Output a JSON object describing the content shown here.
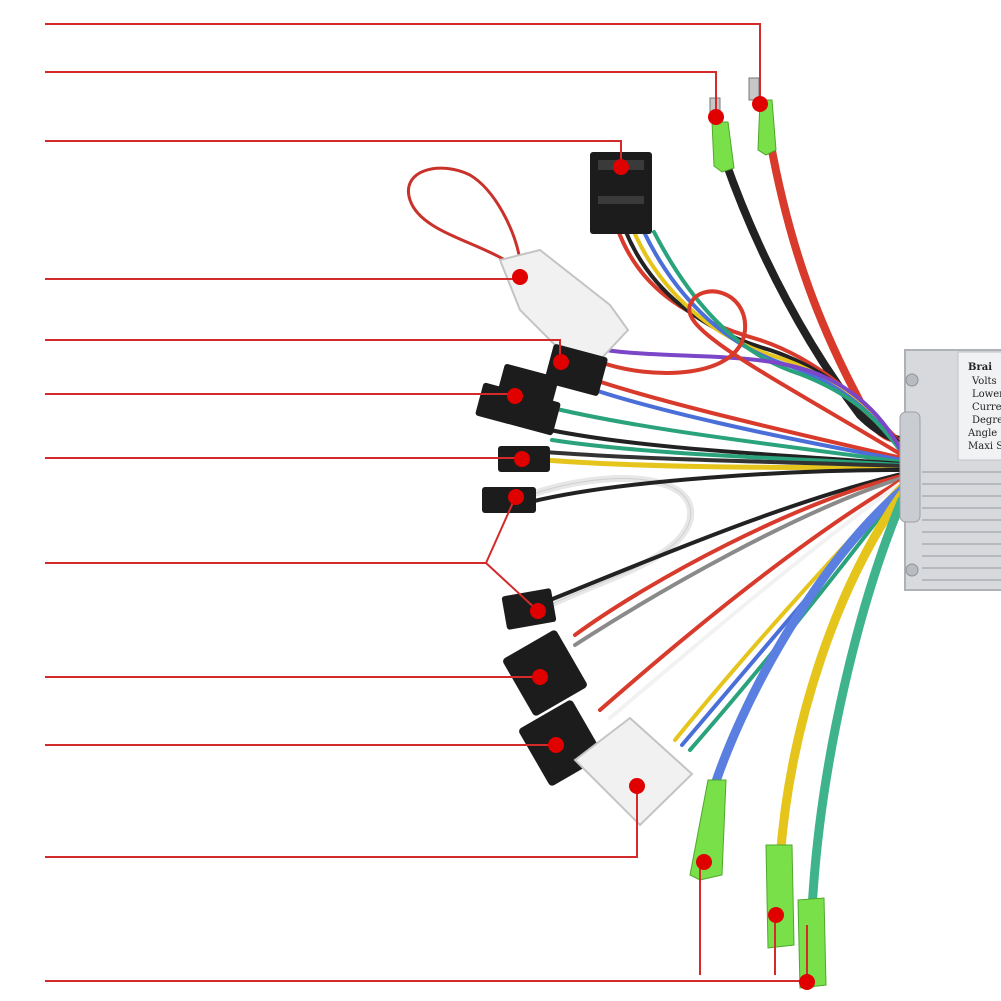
{
  "colors": {
    "leader": "#d42a2a",
    "dot": "#e10000",
    "housing": "#d7d9dc",
    "housing_dark": "#aeb2b7",
    "connector_black": "#1c1c1c",
    "connector_white": "#f1f1f1",
    "terminal_green": "#79e04a",
    "wire_red": "#d83a2b",
    "wire_black": "#222222",
    "wire_yellow": "#e5c51c",
    "wire_blue": "#4a6fd8",
    "wire_green": "#2aa37c",
    "wire_purple": "#7b46c7",
    "wire_white": "#f4f4f4",
    "wire_gray": "#8a8a8a"
  },
  "controller": {
    "plate_lines": [
      "Brai",
      "Volts",
      "Lower",
      "Curre",
      "Degre",
      "Angle",
      "Maxi S"
    ]
  },
  "callouts": [
    {
      "id": "battery-positive"
    },
    {
      "id": "battery-negative"
    },
    {
      "id": "hall-sensor-plug"
    },
    {
      "id": "self-learning-loop"
    },
    {
      "id": "brake-connector-1"
    },
    {
      "id": "brake-connector-2"
    },
    {
      "id": "cruise-connector"
    },
    {
      "id": "three-speed-connector"
    },
    {
      "id": "power-lock-connector"
    },
    {
      "id": "throttle-connector"
    },
    {
      "id": "display-connector"
    },
    {
      "id": "motor-phase-wires"
    }
  ]
}
